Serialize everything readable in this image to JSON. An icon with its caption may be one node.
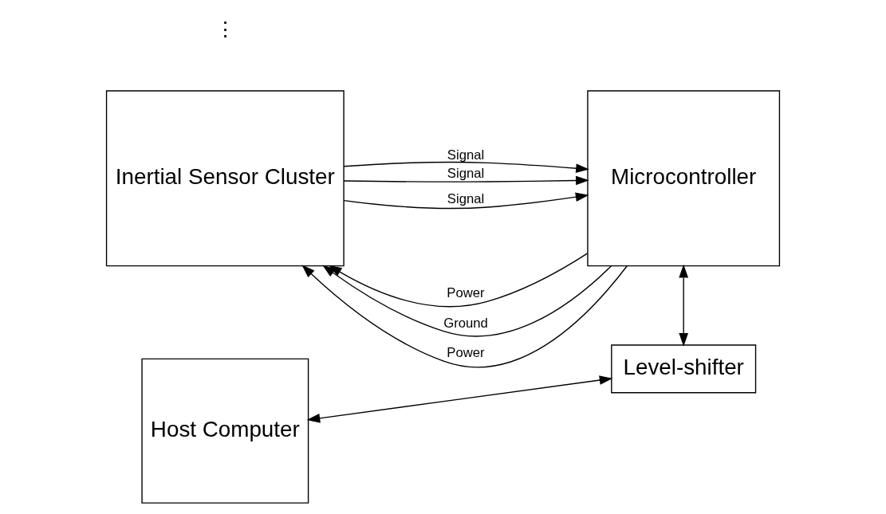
{
  "diagram": {
    "nodes": [
      {
        "text": [
          "Inertial Sensor Cluster"
        ]
      },
      {
        "text": [
          "Microcontroller"
        ]
      },
      {
        "text": [
          "Level-shifter"
        ]
      },
      {
        "text": [
          "Host Computer"
        ]
      }
    ],
    "edges": [
      {
        "from": 1,
        "to": 0,
        "arrow": "to",
        "label": "Power"
      },
      {
        "from": 0,
        "to": 1,
        "arrow": "to",
        "label": "Signal"
      },
      {
        "from": 1,
        "to": 0,
        "arrow": "to",
        "label": "Ground"
      },
      {
        "from": 0,
        "to": 1,
        "arrow": "to",
        "label": "Signal"
      },
      {
        "from": 1,
        "to": 0,
        "arrow": "to",
        "label": "Power"
      },
      {
        "from": 0,
        "to": 1,
        "arrow": "to",
        "label": "Signal"
      },
      {
        "from": 1,
        "to": 2,
        "arrow": "both"
      },
      {
        "from": 3,
        "to": 2,
        "arrow": "both"
      }
    ],
    "labels": [
      "⋮"
    ]
  }
}
